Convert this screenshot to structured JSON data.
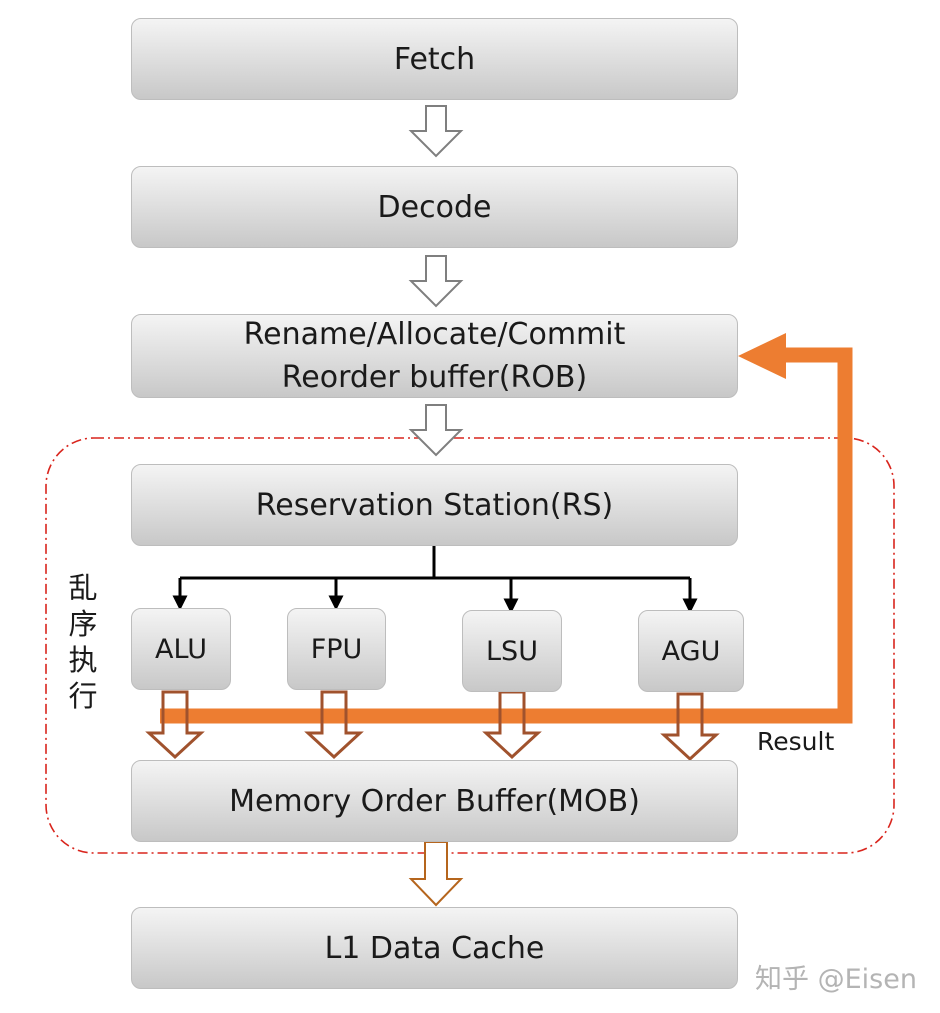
{
  "stages": {
    "fetch": "Fetch",
    "decode": "Decode",
    "rename_line1": "Rename/Allocate/Commit",
    "rename_line2": "Reorder buffer(ROB)",
    "reservation_station": "Reservation Station(RS)",
    "mob": "Memory Order Buffer(MOB)",
    "l1_cache": "L1 Data Cache"
  },
  "units": [
    "ALU",
    "FPU",
    "LSU",
    "AGU"
  ],
  "ooo_label": [
    "乱",
    "序",
    "执",
    "行"
  ],
  "result_label": "Result",
  "watermark": "知乎 @Eisen",
  "colors": {
    "result_path": "#ed7d31",
    "unit_output_arrow": "#a0522d",
    "ooo_region_border": "#d9251d",
    "hollow_arrow": "#7f7f7f",
    "dispatch_line": "#000000"
  }
}
